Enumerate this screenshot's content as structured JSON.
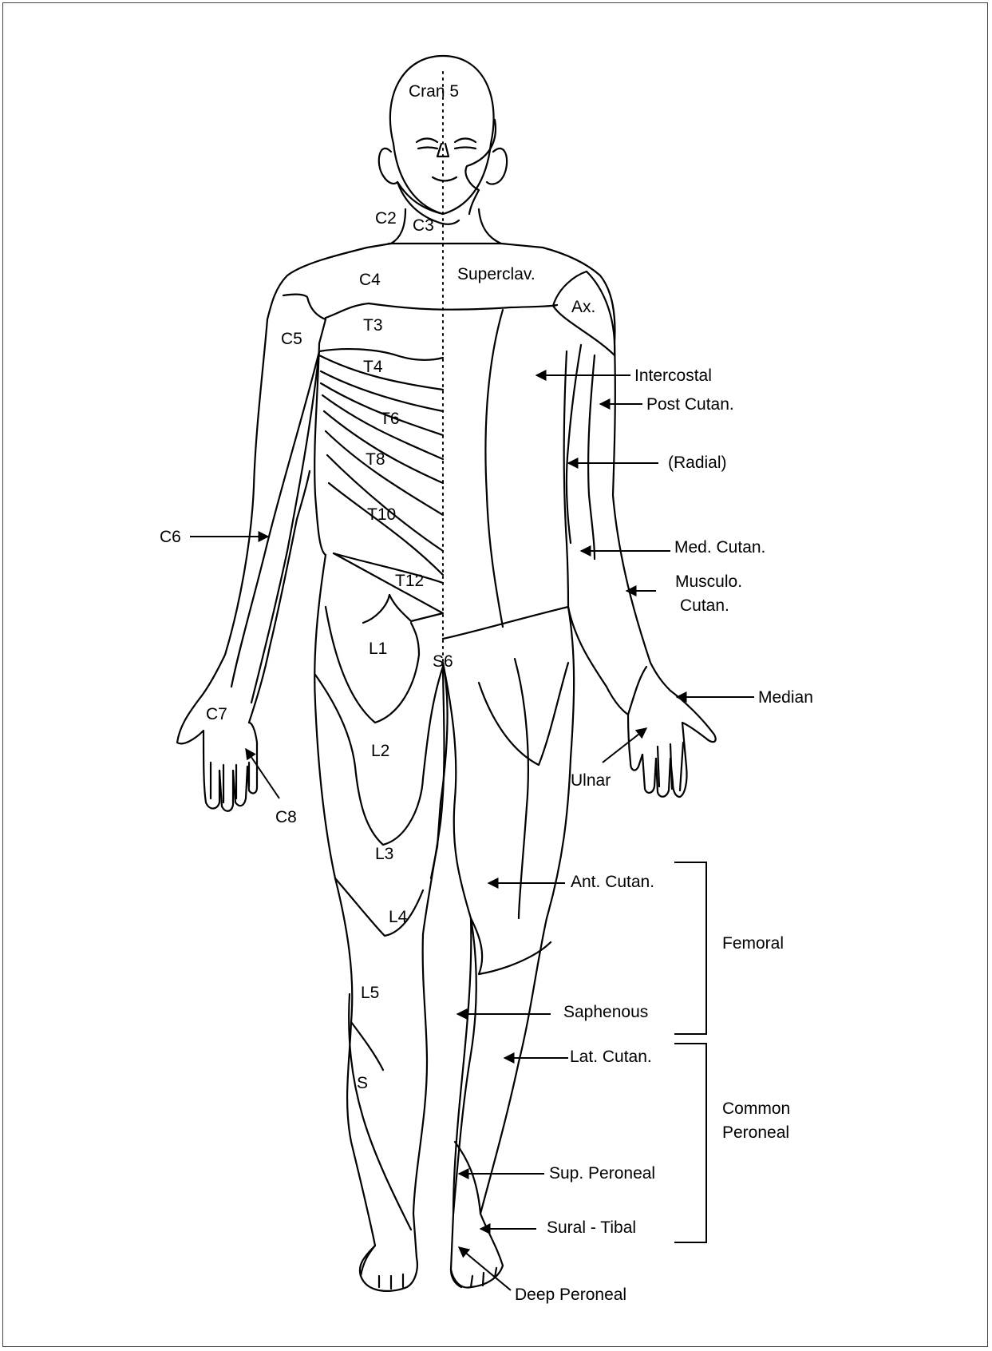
{
  "diagram": {
    "regions": {
      "cran5": "Cran 5",
      "c2": "C2",
      "c3": "C3",
      "c4": "C4",
      "superclav": "Superclav.",
      "ax": "Ax.",
      "c5": "C5",
      "t3": "T3",
      "t4": "T4",
      "t6": "T6",
      "t8": "T8",
      "t10": "T10",
      "t12": "T12",
      "c6": "C6",
      "c7": "C7",
      "c8": "C8",
      "l1": "L1",
      "s6": "S6",
      "l2": "L2",
      "l3": "L3",
      "l4": "L4",
      "l5": "L5",
      "s": "S"
    },
    "nerves": {
      "intercostal": "Intercostal",
      "post_cutan": "Post Cutan.",
      "radial": "(Radial)",
      "med_cutan": "Med. Cutan.",
      "musculo_line1": "Musculo.",
      "musculo_line2": "Cutan.",
      "median": "Median",
      "ulnar": "Ulnar",
      "ant_cutan": "Ant. Cutan.",
      "saphenous": "Saphenous",
      "lat_cutan": "Lat. Cutan.",
      "sup_peroneal": "Sup. Peroneal",
      "sural_tibal": "Sural - Tibal",
      "deep_peroneal": "Deep Peroneal"
    },
    "groups": {
      "femoral": "Femoral",
      "common_line1": "Common",
      "common_line2": "Peroneal"
    }
  }
}
